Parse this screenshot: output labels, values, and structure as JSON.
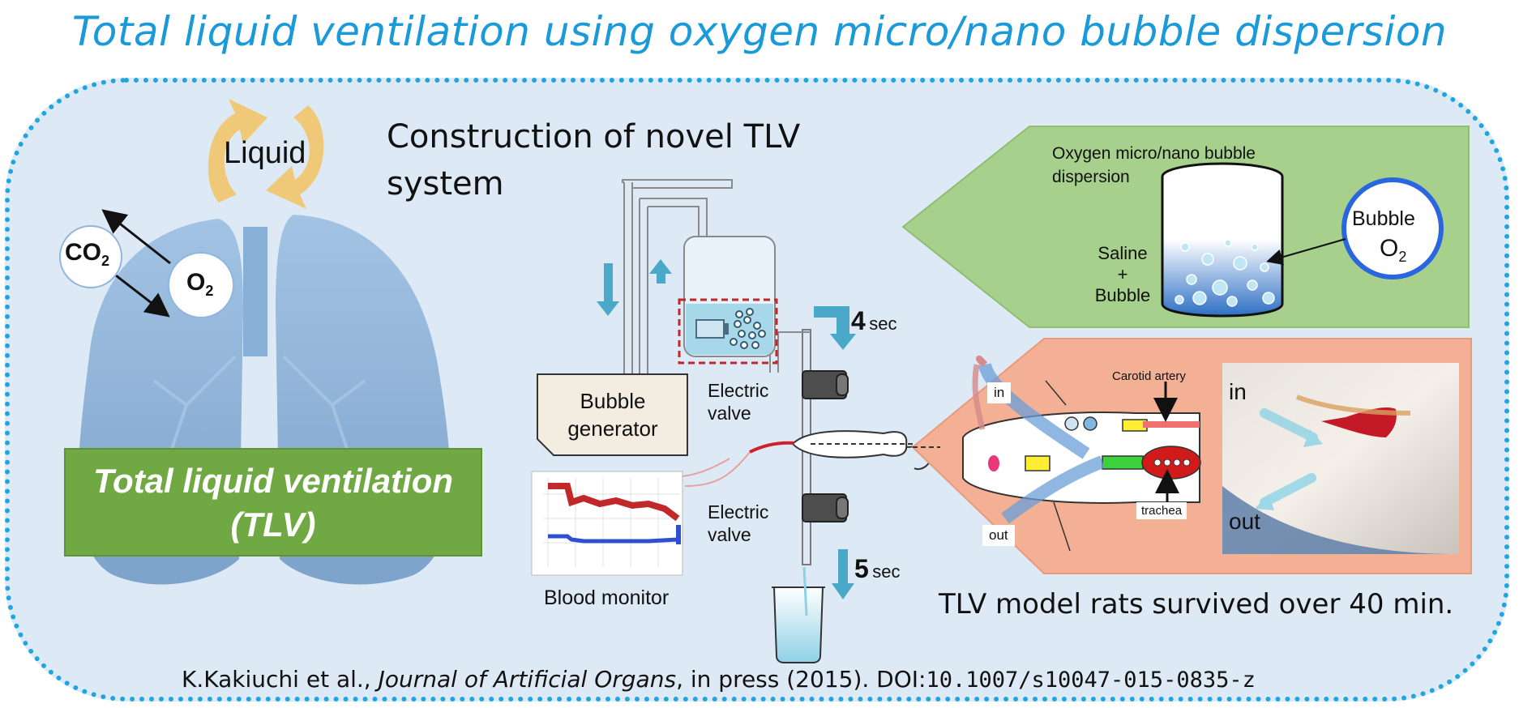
{
  "title": "Total liquid ventilation using oxygen micro/nano bubble dispersion",
  "lungs": {
    "liquid_label": "Liquid",
    "co2_label": "CO",
    "o2_label": "O",
    "subscript": "2",
    "tlv_line1": "Total liquid ventilation",
    "tlv_line2": "(TLV)"
  },
  "system": {
    "heading_line1": "Construction of novel TLV",
    "heading_line2": "system",
    "bubble_generator_line1": "Bubble",
    "bubble_generator_line2": "generator",
    "electric_valve_top_line1": "Electric",
    "electric_valve_top_line2": "valve",
    "electric_valve_bottom_line1": "Electric",
    "electric_valve_bottom_line2": "valve",
    "blood_monitor": "Blood monitor",
    "time_in_value": "4",
    "time_out_value": "5",
    "time_unit": "sec"
  },
  "dispersion": {
    "label_line1": "Oxygen micro/nano bubble",
    "label_line2": "dispersion",
    "saline_line1": "Saline",
    "saline_line2": "+",
    "saline_line3": "Bubble",
    "bubble_label": "Bubble",
    "o2_label": "O",
    "subscript": "2"
  },
  "rat_model": {
    "in_label": "in",
    "out_label": "out",
    "carotid_label": "Carotid artery",
    "trachea_label": "trachea",
    "photo_in": "in",
    "photo_out": "out",
    "result": "TLV model rats survived over 40 min."
  },
  "citation": {
    "authors": "K.Kakiuchi et al., ",
    "journal": "Journal of Artificial Organs",
    "rest": ", in press (2015). DOI:",
    "doi": "10.1007/s10047-015-0835-z"
  },
  "colors": {
    "title": "#1a9ad9",
    "panel_bg": "#ddeaf6",
    "panel_border": "#1fa6e0",
    "tlv_green": "#70a843",
    "dispersion_green": "#a8d08d",
    "rat_orange": "#f4b094",
    "flow_arrow": "#4aa8c8",
    "liquid_arrow": "#f2c56a"
  }
}
